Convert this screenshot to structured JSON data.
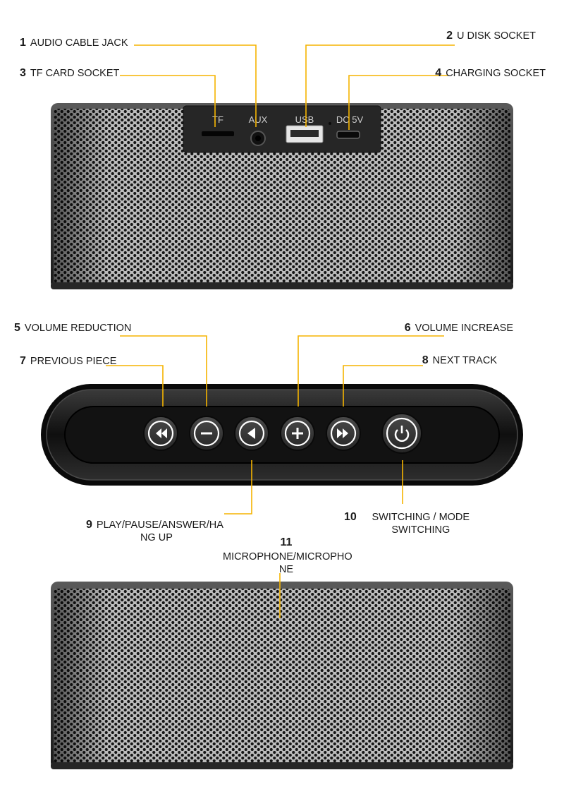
{
  "palette": {
    "leader": "#f5b400",
    "body": "#1b1b1b",
    "grille": "#2a2a2a",
    "button": "#3a3a3a",
    "icon": "#ffffff"
  },
  "ports": {
    "tf": "TF",
    "aux": "AUX",
    "usb": "USB",
    "dc": "DC 5V"
  },
  "callouts": [
    {
      "num": "1",
      "label": "AUDIO CABLE JACK"
    },
    {
      "num": "2",
      "label": "U DISK SOCKET"
    },
    {
      "num": "3",
      "label": "TF CARD SOCKET"
    },
    {
      "num": "4",
      "label": "CHARGING SOCKET"
    },
    {
      "num": "5",
      "label": "VOLUME REDUCTION"
    },
    {
      "num": "6",
      "label": "VOLUME INCREASE"
    },
    {
      "num": "7",
      "label": "PREVIOUS PIECE"
    },
    {
      "num": "8",
      "label": "NEXT TRACK"
    },
    {
      "num": "9",
      "label": "PLAY/PAUSE/ANSWER/HA NG UP"
    },
    {
      "num": "10",
      "label": "SWITCHING / MODE SWITCHING"
    },
    {
      "num": "11",
      "label": "MICROPHONE/MICROPHO NE"
    }
  ],
  "buttons": [
    {
      "id": "previous",
      "icon": "rewind-icon"
    },
    {
      "id": "volume-down",
      "icon": "minus-icon"
    },
    {
      "id": "play-pause",
      "icon": "play-left-icon"
    },
    {
      "id": "volume-up",
      "icon": "plus-icon"
    },
    {
      "id": "next",
      "icon": "fast-forward-icon"
    },
    {
      "id": "power",
      "icon": "power-icon"
    }
  ]
}
